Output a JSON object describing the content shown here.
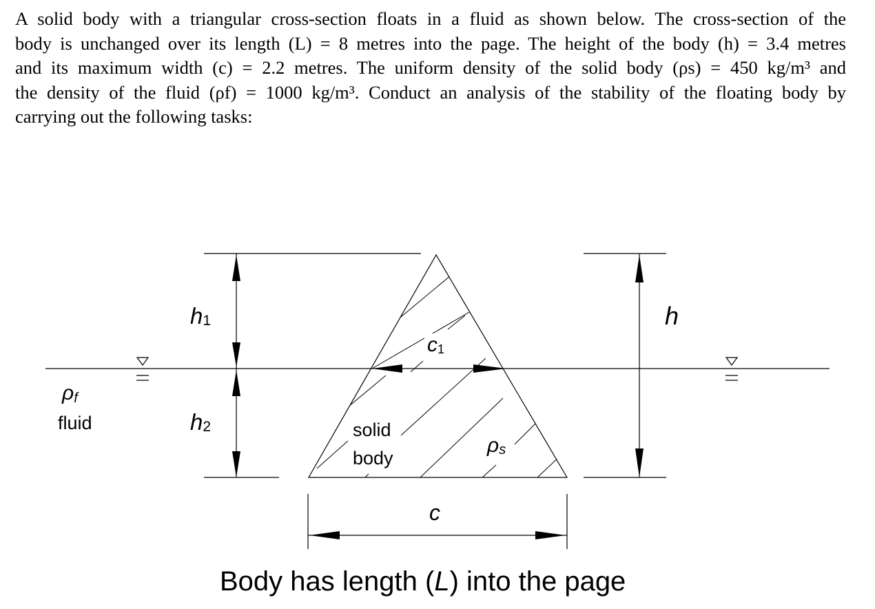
{
  "problem": {
    "lines": [
      "A solid body with a triangular cross-section floats in a fluid as shown below. The cross-section of the",
      "body is unchanged over its length (L) = 8 metres into the page. The height of the body (h) = 3.4 metres",
      "and its maximum width (c) = 2.2 metres. The uniform density of the solid body (ρs) = 450 kg/m³ and",
      "the density of the fluid (ρf) = 1000 kg/m³. Conduct an analysis of the stability of the floating body by",
      "carrying out the following tasks:"
    ]
  },
  "diagram": {
    "rho_f_symbol": "ρ",
    "rho_f_sub": "f",
    "fluid_label": "fluid",
    "h1_symbol": "h",
    "h1_sub": "1",
    "h2_symbol": "h",
    "h2_sub": "2",
    "c1_symbol": "c",
    "c1_sub": "1",
    "solid_label_line1": "solid",
    "solid_label_line2": "body",
    "rho_s_symbol": "ρ",
    "rho_s_sub": "s",
    "h_label": "h",
    "c_label": "c",
    "caption_prefix": "Body has length (",
    "caption_var": "L",
    "caption_suffix": ") into the page",
    "water_surface_symbol": "▽"
  }
}
